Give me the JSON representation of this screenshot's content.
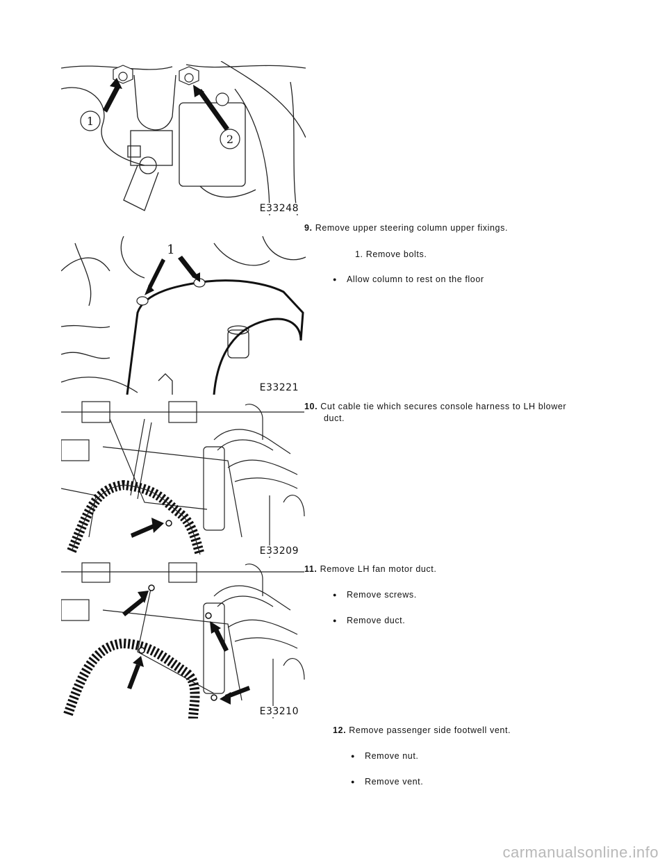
{
  "figures": [
    {
      "code": "E33248",
      "callouts": [
        "1",
        "2"
      ]
    },
    {
      "code": "E33221",
      "callouts": [
        "1"
      ]
    },
    {
      "code": "E33209"
    },
    {
      "code": "E33210"
    }
  ],
  "steps": [
    {
      "number": "9.",
      "text": "Remove upper steering column upper fixings.",
      "sub": [
        "1. Remove bolts."
      ],
      "bullets": [
        "Allow column to rest on the floor"
      ]
    },
    {
      "number": "10.",
      "text": "Cut cable tie which secures console harness to LH blower",
      "text2": "duct."
    },
    {
      "number": "11.",
      "text": "Remove LH fan motor duct.",
      "bullets": [
        "Remove screws.",
        "Remove duct."
      ]
    },
    {
      "number": "12.",
      "text": "Remove passenger side footwell vent.",
      "bullets": [
        "Remove nut.",
        "Remove vent."
      ]
    }
  ],
  "footer": "carmanualsonline.info"
}
